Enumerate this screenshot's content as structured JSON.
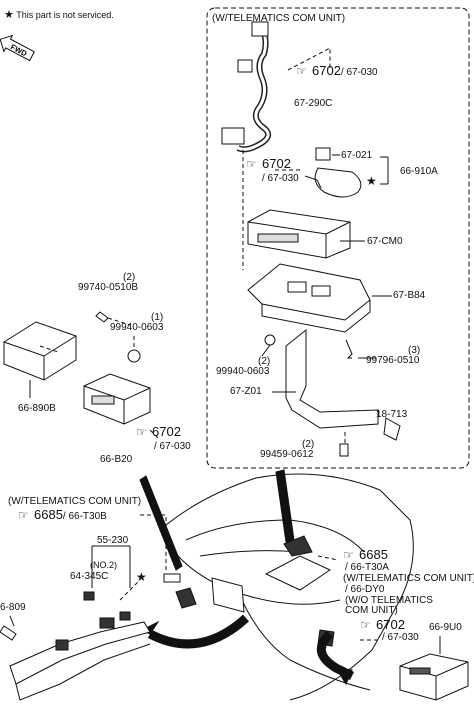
{
  "note": {
    "star": "★",
    "text": "This part is not serviced."
  },
  "fwd": "FWD",
  "telematics_box": {
    "title": "(W/TELEMATICS COM UNIT)"
  },
  "refs": {
    "r1": {
      "num": "6702",
      "sub": "/ 67-030"
    },
    "r2": {
      "num": "6702",
      "sub": "/ 67-030"
    },
    "r3": {
      "num": "6702",
      "sub": "/ 67-030"
    },
    "r4": {
      "num": "6685",
      "sub": "/ 66-T30B"
    },
    "r5": {
      "num": "6685",
      "sub": "/ 66-T30A"
    },
    "r6": {
      "num": "6702",
      "sub": "/ 67-030"
    }
  },
  "labels": {
    "p67_290c": "67-290C",
    "p67_021": "67-021",
    "p66_910a": "66-910A",
    "p67_cm0": "67-CM0",
    "p67_b84": "67-B84",
    "p99740_qty": "(2)",
    "p99740": "99740-0510B",
    "p99940a_qty": "(1)",
    "p99940a": "99940-0603",
    "p99940b_qty": "(2)",
    "p99940b": "99940-0603",
    "p99796_qty": "(3)",
    "p99796": "99796-0510",
    "p67_z01": "67-Z01",
    "p18_713": "18-713",
    "p99459_qty": "(2)",
    "p99459": "99459-0612",
    "p66_890b": "66-890B",
    "p66_b20": "66-B20",
    "left_w_tele": "(W/TELEMATICS COM UNIT)",
    "p55_230": "55-230",
    "no2": "(NO.2)",
    "p64_345c": "64-345C",
    "star_mid": "★",
    "star_top": "★",
    "p6_809": "6-809",
    "w_tele_right": "(W/TELEMATICS COM UNIT)",
    "p66_dy0": "/ 66-DY0",
    "wo_tele_1": "(W/O TELEMATICS",
    "wo_tele_2": "COM UNIT)",
    "p66_9u0": "66-9U0"
  }
}
